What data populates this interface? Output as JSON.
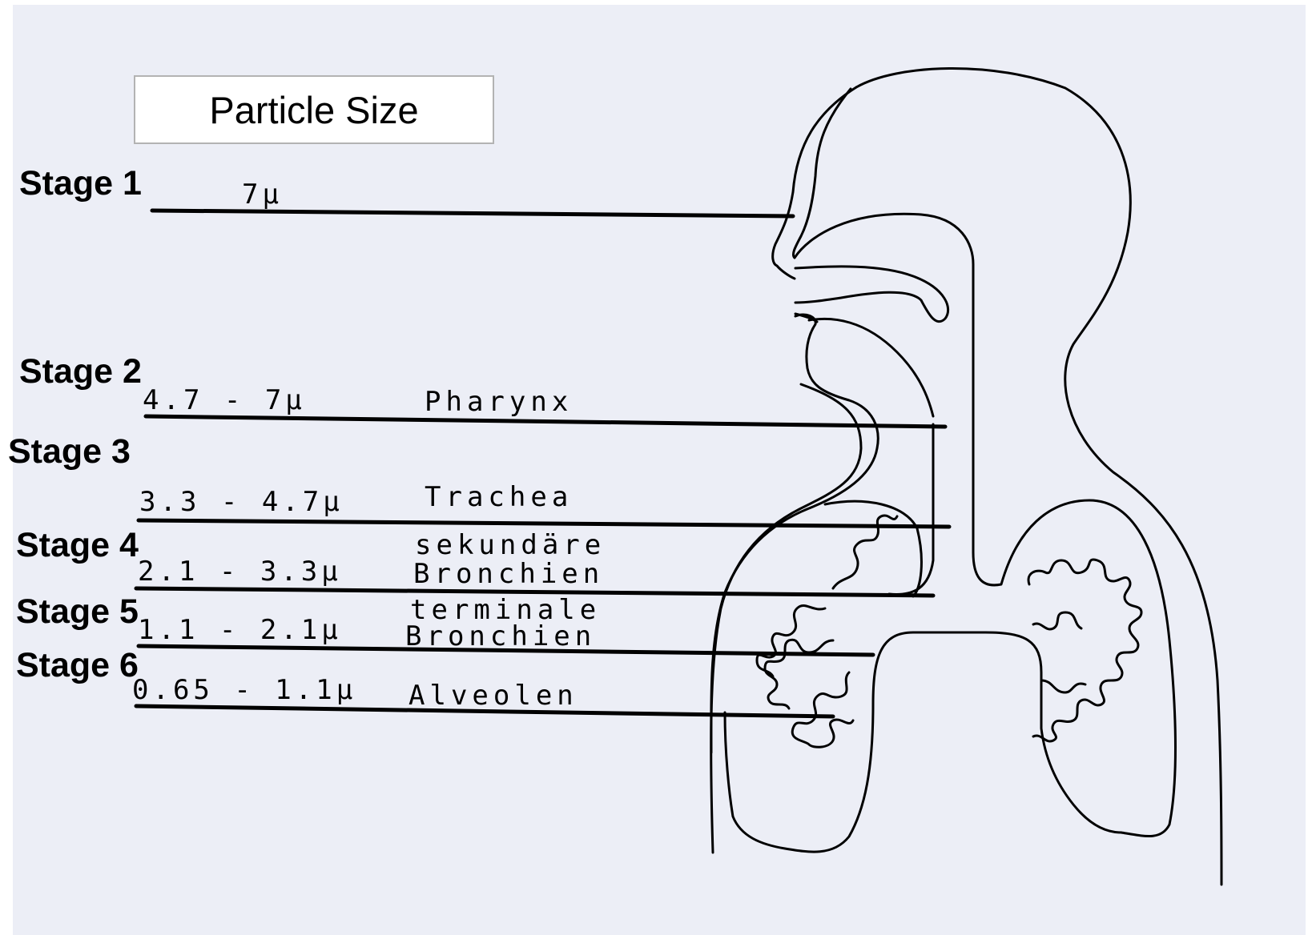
{
  "title": "Particle Size",
  "stages": [
    {
      "stage": "Stage 1",
      "size": "7µ",
      "organ": ""
    },
    {
      "stage": "Stage 2",
      "size": "4.7 - 7µ",
      "organ": "Pharynx"
    },
    {
      "stage": "Stage 3",
      "size": "3.3 - 4.7µ",
      "organ": "Trachea"
    },
    {
      "stage": "Stage 4",
      "size": "2.1 - 3.3µ",
      "organ_line1": "sekundäre",
      "organ": "Bronchien"
    },
    {
      "stage": "Stage 5",
      "size": "1.1 - 2.1µ",
      "organ_line1": "terminale",
      "organ": "Bronchien"
    },
    {
      "stage": "Stage 6",
      "size": "0.65 - 1.1µ",
      "organ": "Alveolen"
    }
  ]
}
